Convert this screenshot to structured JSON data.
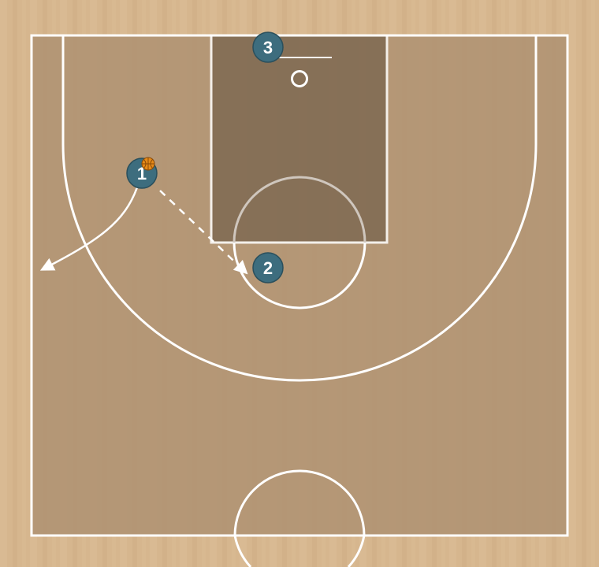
{
  "players": [
    {
      "id": "p1",
      "label": "1",
      "has_ball": true
    },
    {
      "id": "p2",
      "label": "2",
      "has_ball": false
    },
    {
      "id": "p3",
      "label": "3",
      "has_ball": false
    }
  ],
  "actions": [
    {
      "type": "pass",
      "from": "1",
      "to": "2",
      "style": "dashed"
    },
    {
      "type": "cut",
      "from": "1",
      "style": "solid-curve"
    },
    {
      "type": "screen",
      "from": "3",
      "style": "solid"
    }
  ],
  "colors": {
    "floor": "#d6b68e",
    "court": "#b09373",
    "paint": "#7f6a52",
    "lines": "#ffffff",
    "player": "#3d6d7e",
    "ball": "#e58a18"
  },
  "icons": {
    "ball": "basketball-icon"
  }
}
